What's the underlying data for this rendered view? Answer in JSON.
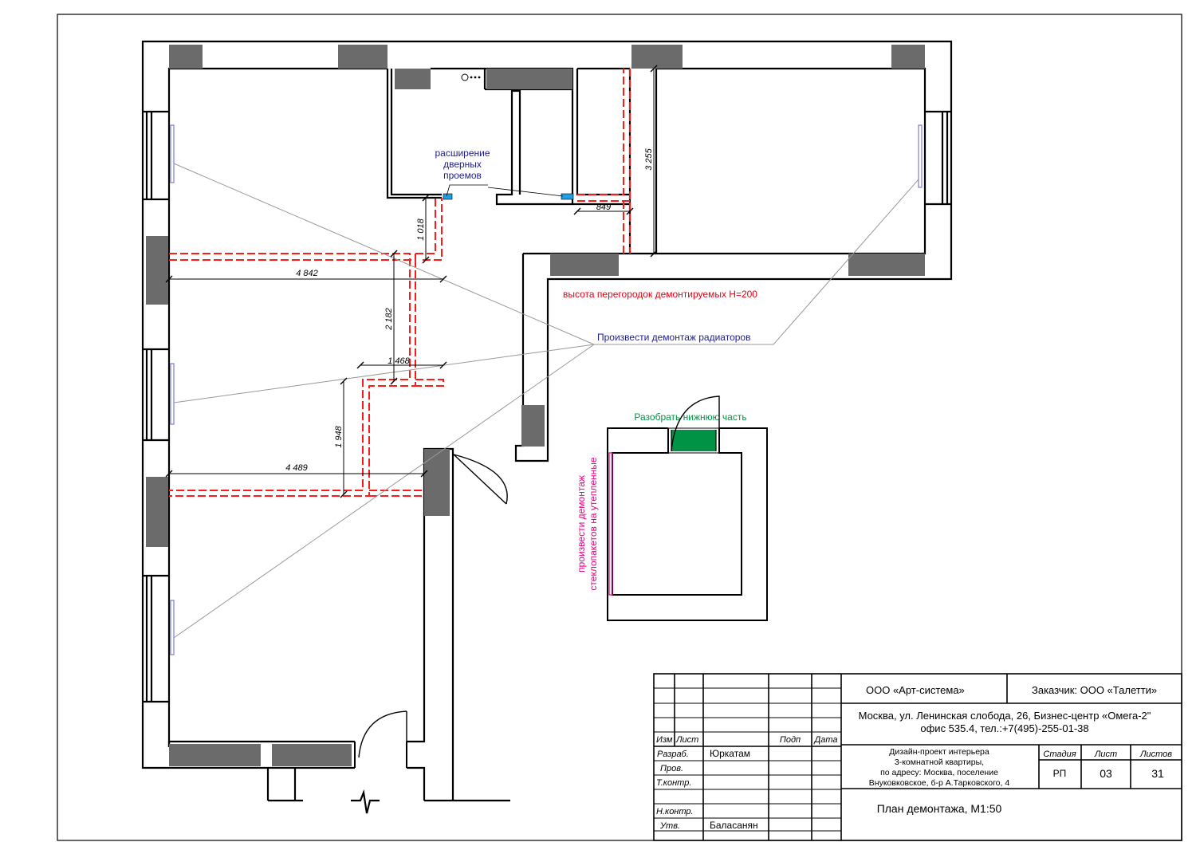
{
  "notes": {
    "door_widening": [
      "расширение",
      "дверных",
      "проемов"
    ],
    "partition_height": "высота перегородок демонтируемых H=200",
    "radiators": "Произвести демонтаж радиаторов",
    "disassemble_lower": "Разобрать нижнюю часть",
    "glass_units": [
      "произвести демонтаж",
      "стеклопакетов на утепленные"
    ]
  },
  "dimensions": {
    "d1": "3 255",
    "d2": "849",
    "d3": "1 018",
    "d4": "4 842",
    "d5": "2 182",
    "d6": "1 468",
    "d7": "1 948",
    "d8": "4 489"
  },
  "title_block": {
    "company": "ООО «Арт-система»",
    "customer": "Заказчик: ООО «Талетти»",
    "address_line1": "Москва, ул. Ленинская слобода, 26, Бизнес-центр «Омега-2\"",
    "address_line2": "офис 535.4, тел.:+7(495)-255-01-38",
    "headers": {
      "izm": "Изм",
      "list": "Лист",
      "podp": "Подп",
      "data": "Дата"
    },
    "roles": [
      {
        "role": "Разраб.",
        "name": "Юркатам"
      },
      {
        "role": "Пров.",
        "name": ""
      },
      {
        "role": "Т.контр.",
        "name": ""
      },
      {
        "role": "Н.контр.",
        "name": ""
      },
      {
        "role": "Утв.",
        "name": "Баласанян"
      }
    ],
    "project_desc": [
      "Дизайн-проект интерьера",
      "3-комнатной квартиры,",
      "по адресу: Москва, поселение",
      "Внуковковское, б-р А.Тарковского, 4"
    ],
    "stage_label": "Стадия",
    "sheet_label": "Лист",
    "sheets_label": "Листов",
    "stage": "РП",
    "sheet": "03",
    "sheets": "31",
    "drawing_title": "План демонтажа, М1:50"
  },
  "colors": {
    "wall": "#000000",
    "column": "#6b6b6b",
    "demolition": "#ff1a1a",
    "note_blue": "#1d1d8c",
    "note_red": "#e60012",
    "note_green": "#009245",
    "note_magenta": "#e6007e",
    "widening": "#1ea0e6",
    "radiator": "#7b7bd6",
    "leader": "#999999"
  }
}
